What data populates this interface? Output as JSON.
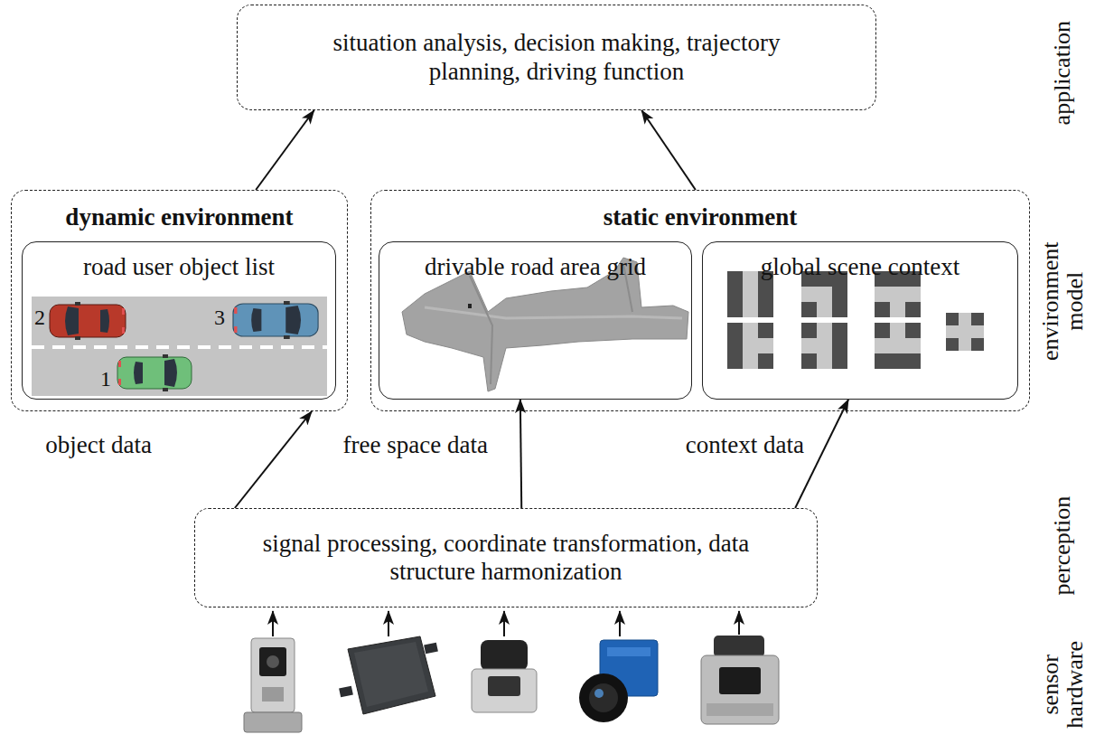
{
  "diagram": {
    "nodes": [
      {
        "text": [
          "situation analysis, decision making, trajectory planning, driving function"
        ]
      },
      {
        "text": [
          "dynamic environment"
        ]
      },
      {
        "text": [
          "road user object list"
        ],
        "in": 1
      },
      {
        "text": [
          "static environment"
        ]
      },
      {
        "text": [
          "drivable road area grid"
        ],
        "in": 3
      },
      {
        "text": [
          "global scene context"
        ],
        "in": 3
      },
      {
        "text": [
          "signal processing, coordinate transformation, data structure harmonization"
        ]
      }
    ],
    "edges": [
      {
        "from": 1,
        "to": 0,
        "arrow": "to"
      },
      {
        "from": 3,
        "to": 0,
        "arrow": "to"
      },
      {
        "from": 6,
        "to": 1,
        "arrow": "to",
        "label": "object data"
      },
      {
        "from": 6,
        "to": 4,
        "arrow": "to",
        "label": "free space data"
      },
      {
        "from": 6,
        "to": 5,
        "arrow": "to",
        "label": "context data"
      }
    ],
    "labels": [
      "application",
      "environment model",
      "2",
      "3",
      "1",
      "perception",
      "sensor hardware"
    ]
  }
}
